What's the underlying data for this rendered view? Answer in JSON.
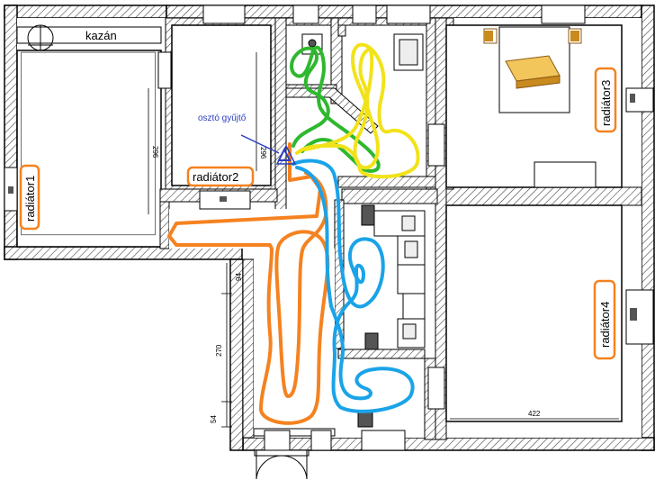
{
  "labels": {
    "kazan": "kazán",
    "radiator1": "radiátor1",
    "radiator2": "radiátor2",
    "radiator3": "radiátor3",
    "radiator4": "radiátor4",
    "manifold": "osztó gyűjtő"
  },
  "dimensions": {
    "d296": "296",
    "d94": "94",
    "d270": "270",
    "d54": "54",
    "d422": "422"
  },
  "colors": {
    "wall": "#000000",
    "wall_fill": "#d8d8d8",
    "pipe_orange": "#f58220",
    "pipe_blue": "#1aa3e8",
    "pipe_green": "#2eb82e",
    "pipe_yellow": "#f2e21a",
    "manifold": "#2b3fbf"
  },
  "icons": [
    "boiler-icon",
    "bed-icon",
    "radiator-icon",
    "sink-icon",
    "toilet-icon",
    "manifold-icon"
  ]
}
